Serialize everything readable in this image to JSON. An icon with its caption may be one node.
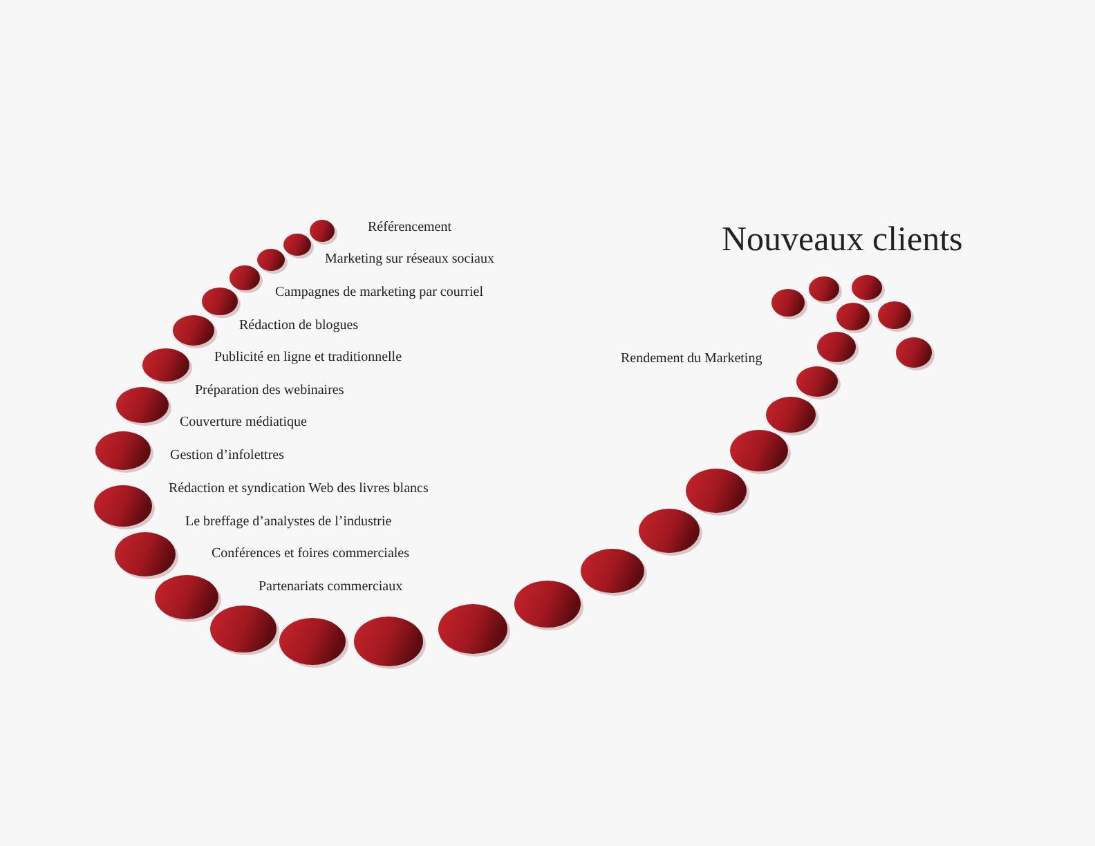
{
  "diagram": {
    "title": "Nouveaux clients",
    "labels": [
      "Référencement",
      "Marketing sur réseaux sociaux",
      "Campagnes de marketing par courriel",
      "Rédaction de blogues",
      "Publicité en ligne et traditionnelle",
      "Préparation des webinaires",
      "Couverture médiatique",
      "Gestion d’infolettres",
      "Rédaction et syndication Web des livres blancs",
      "Le breffage d’analystes de l’industrie",
      "Conférences et foires commerciales",
      "Partenariats commerciaux",
      "Rendement du Marketing"
    ]
  }
}
